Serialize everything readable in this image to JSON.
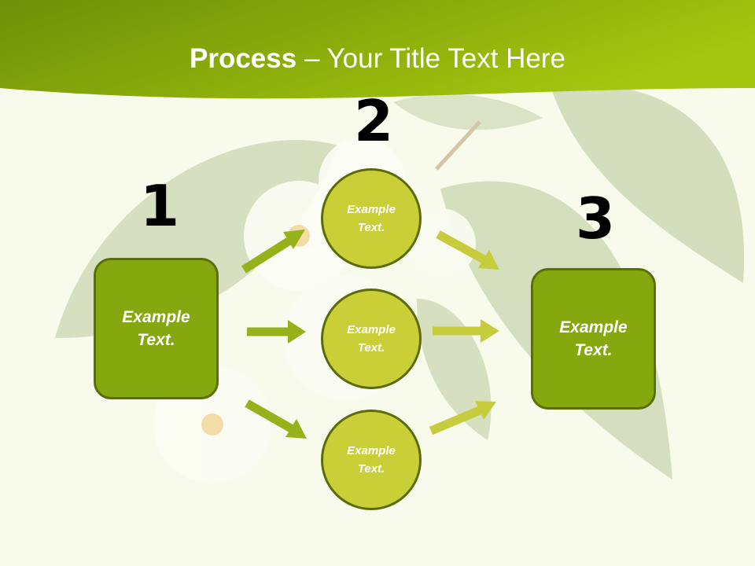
{
  "title": {
    "bold": "Process",
    "rest": " – Your Title Text Here"
  },
  "colors": {
    "header_green": "#8cad12",
    "box_fill": "#86a80f",
    "circle_fill": "#cacf37",
    "left_arrow": "#95b21a",
    "right_arrow": "#c6cc3c",
    "background": "#f8fbeb"
  },
  "steps": [
    {
      "number": "1",
      "label": "Example\nText."
    },
    {
      "number": "2",
      "label": "Example\nText."
    },
    {
      "number": "3",
      "label": "Example\nText."
    }
  ],
  "circles": [
    {
      "label": "Example\nText."
    },
    {
      "label": "Example\nText."
    },
    {
      "label": "Example\nText."
    }
  ]
}
